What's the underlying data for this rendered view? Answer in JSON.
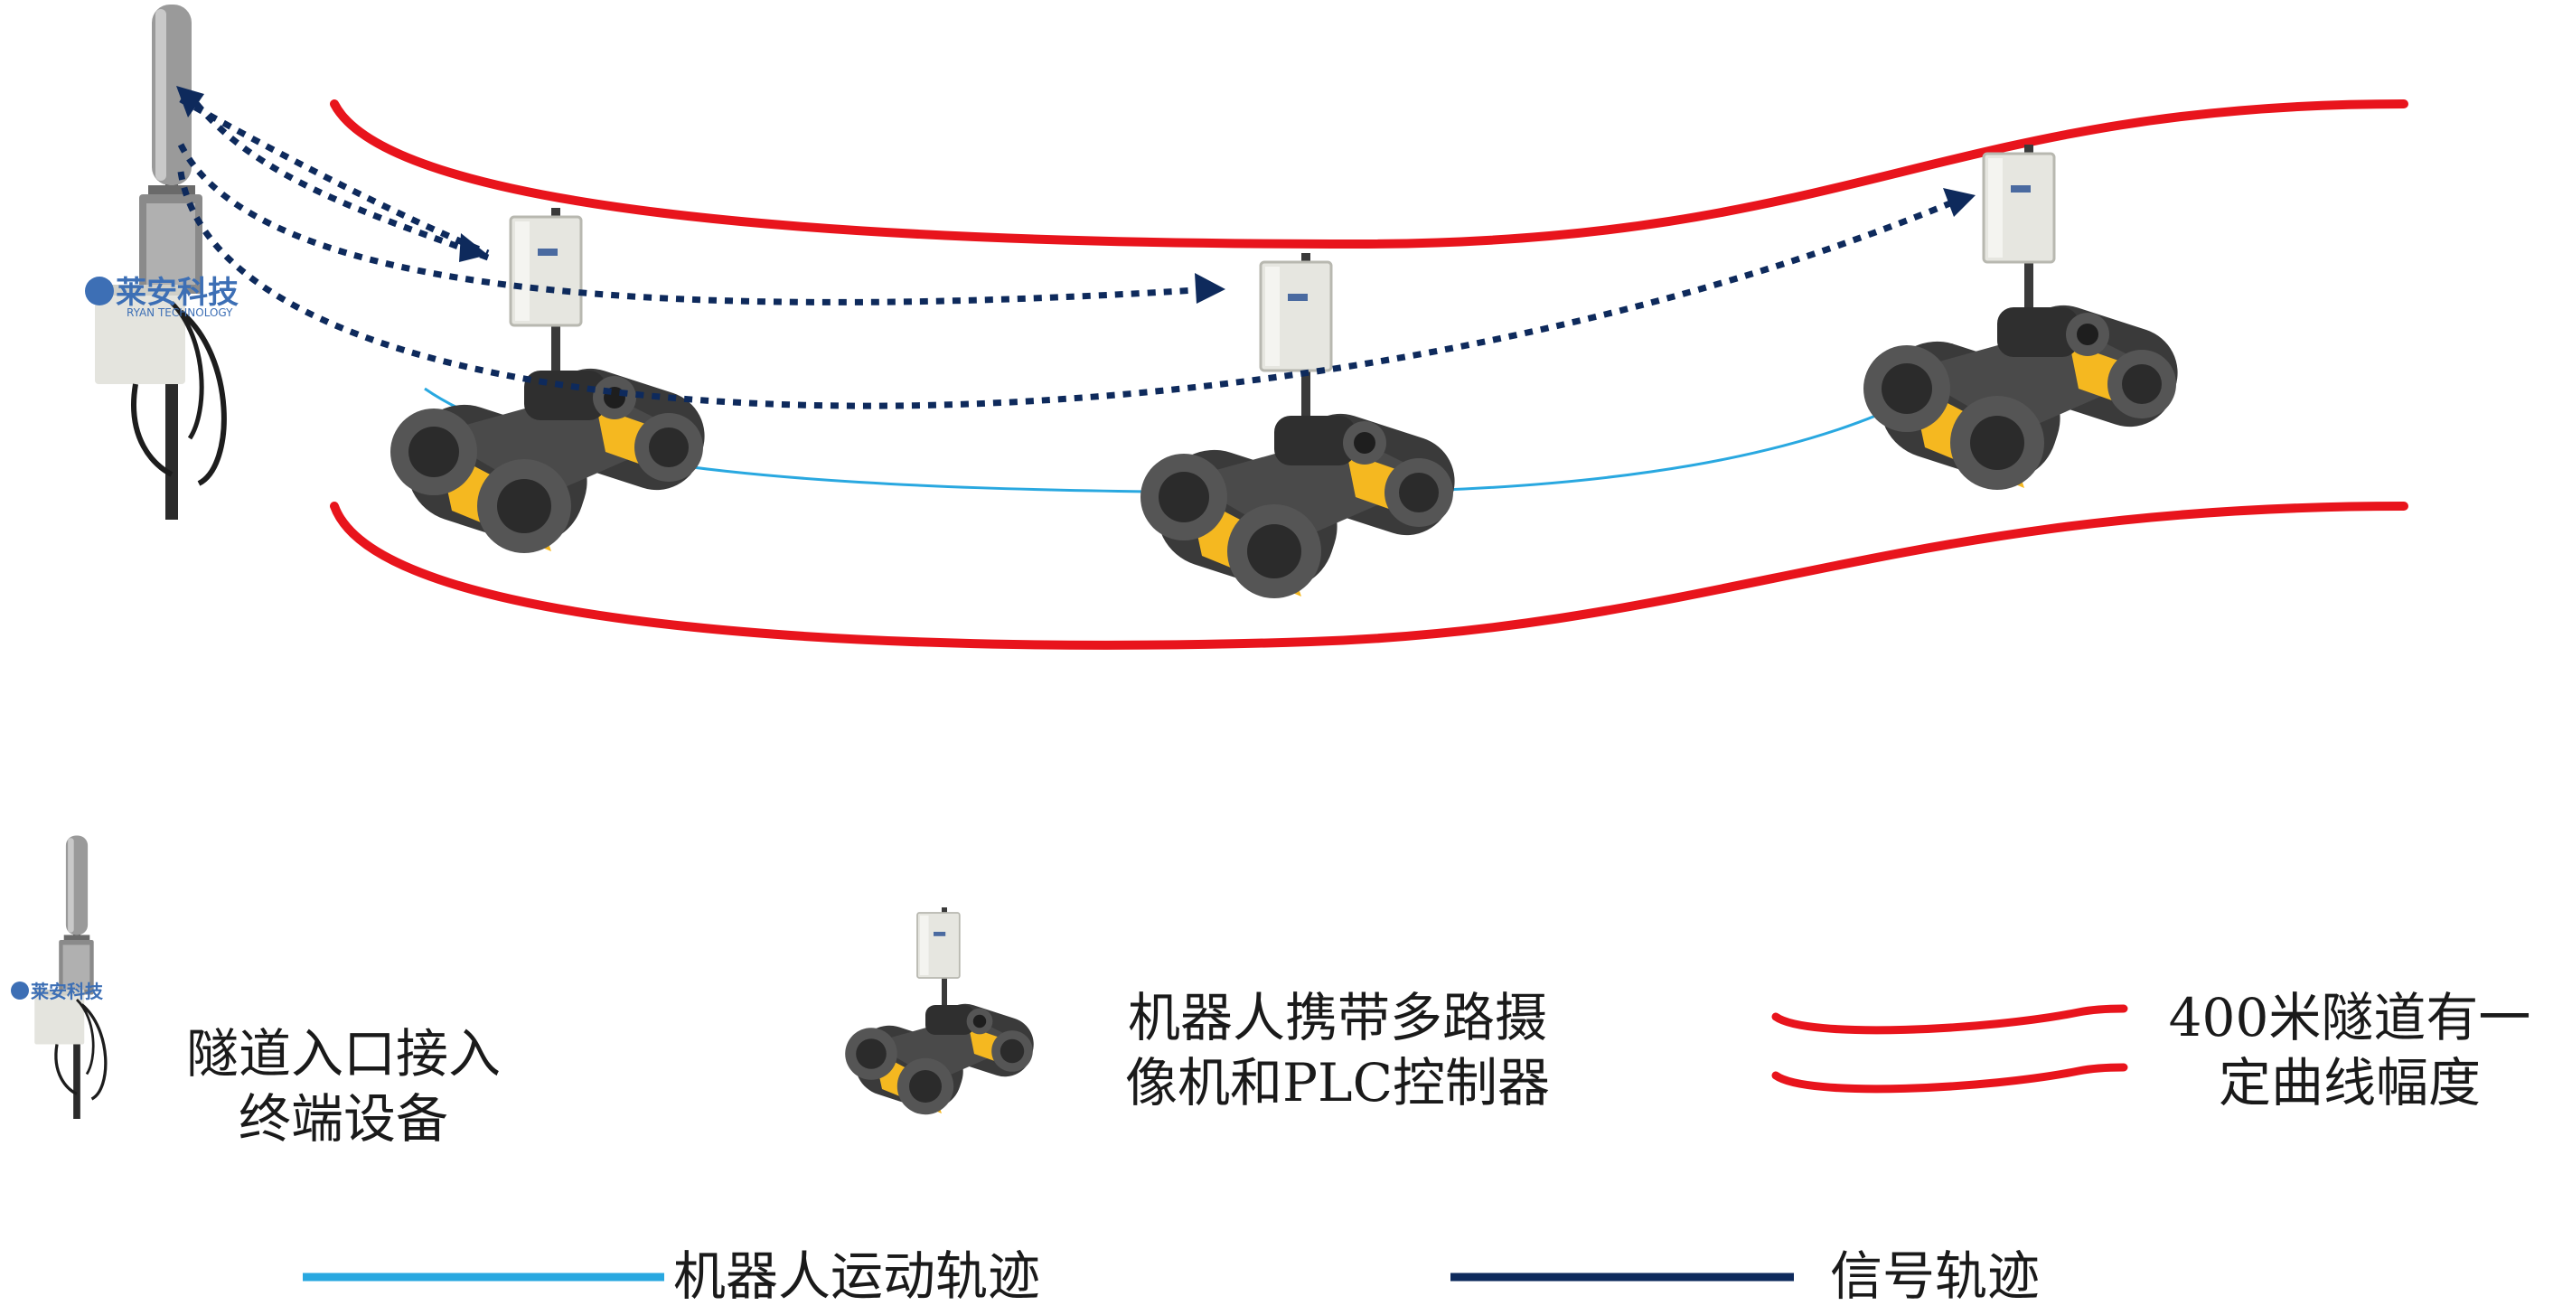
{
  "logo": {
    "name": "莱安科技",
    "sub": "RYAN TECHNOLOGY"
  },
  "legend": {
    "terminal": {
      "line1": "隧道入口接入",
      "line2": "终端设备"
    },
    "robot": {
      "line1": "机器人携带多路摄",
      "line2": "像机和PLC控制器"
    },
    "tunnel": {
      "line1": "400米隧道有一",
      "line2": "定曲线幅度"
    },
    "robot_path": "机器人运动轨迹",
    "signal_path": "信号轨迹"
  },
  "colors": {
    "tunnel_wall": "#e8141c",
    "robot_path": "#29a8e0",
    "signal_path": "#0e2a5c",
    "robot_body": "#f5b820",
    "robot_track": "#3a3a3a",
    "device_box": "#e6e6e0"
  },
  "icons": [
    "antenna-mast-icon",
    "tracked-robot-icon"
  ]
}
